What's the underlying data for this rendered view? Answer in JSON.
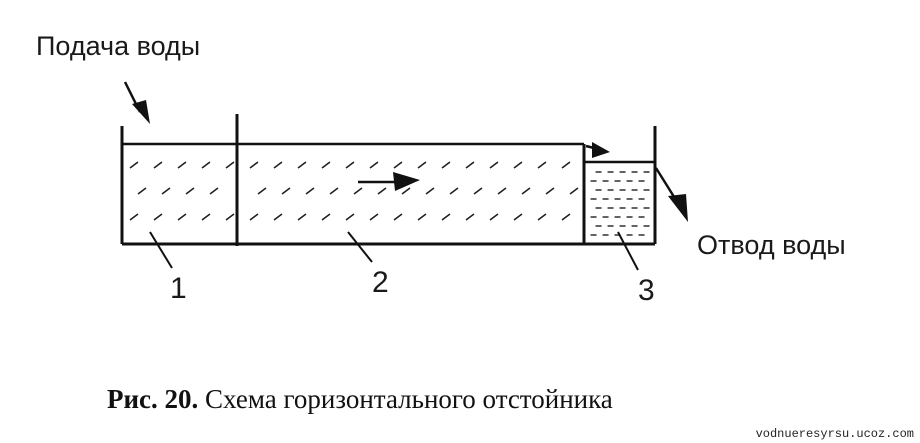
{
  "labels": {
    "inflow": "Подача воды",
    "outflow": "Отвод воды"
  },
  "sections": [
    {
      "number": "1"
    },
    {
      "number": "2"
    },
    {
      "number": "3"
    }
  ],
  "caption": {
    "label": "Рис. 20.",
    "text": "Схема горизонтального отстойника"
  },
  "watermark": "vodnueresyrsu.ucoz.com",
  "colors": {
    "ink": "#111111"
  },
  "icons": {
    "inflow_arrow": "arrow-down-right-icon",
    "flow_arrow": "arrow-right-icon",
    "outflow_arrow": "arrow-down-right-icon"
  }
}
